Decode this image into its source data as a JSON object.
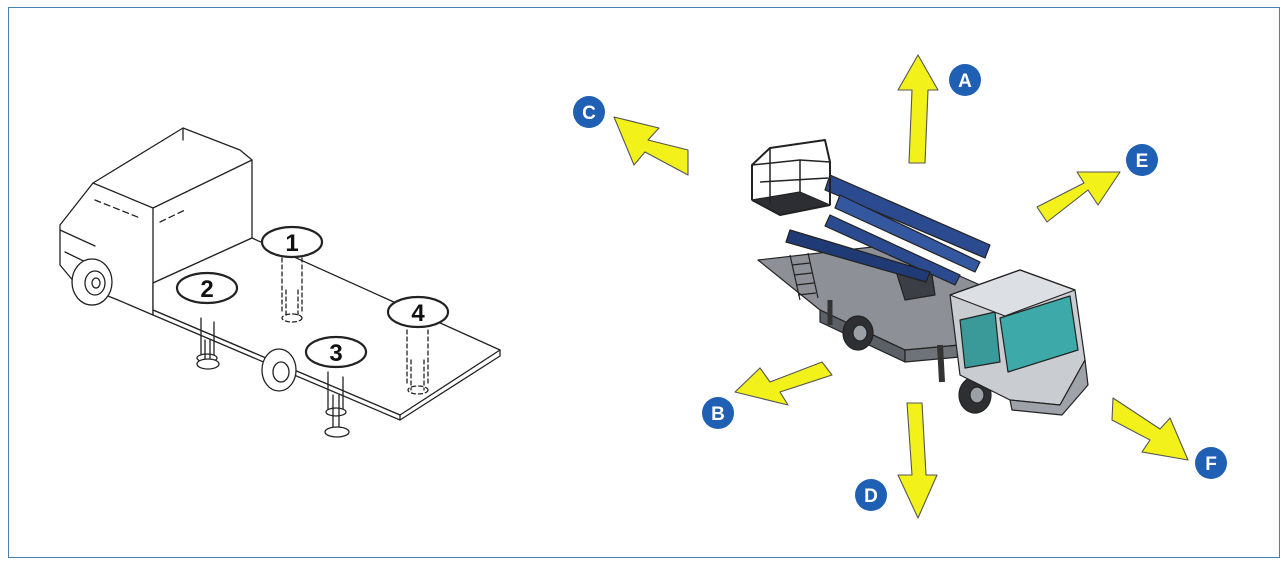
{
  "colors": {
    "frame_border": "#4a7fb5",
    "arrow_fill": "#f2f21a",
    "badge_fill": "#1f5fb4",
    "boom_blue": "#2b4a8f",
    "cab_glass": "#3ea9a9"
  },
  "left_diagram": {
    "outriggers": [
      {
        "label": "1"
      },
      {
        "label": "2"
      },
      {
        "label": "3"
      },
      {
        "label": "4"
      }
    ]
  },
  "right_diagram": {
    "directions": [
      {
        "label": "A"
      },
      {
        "label": "B"
      },
      {
        "label": "C"
      },
      {
        "label": "D"
      },
      {
        "label": "E"
      },
      {
        "label": "F"
      }
    ]
  }
}
